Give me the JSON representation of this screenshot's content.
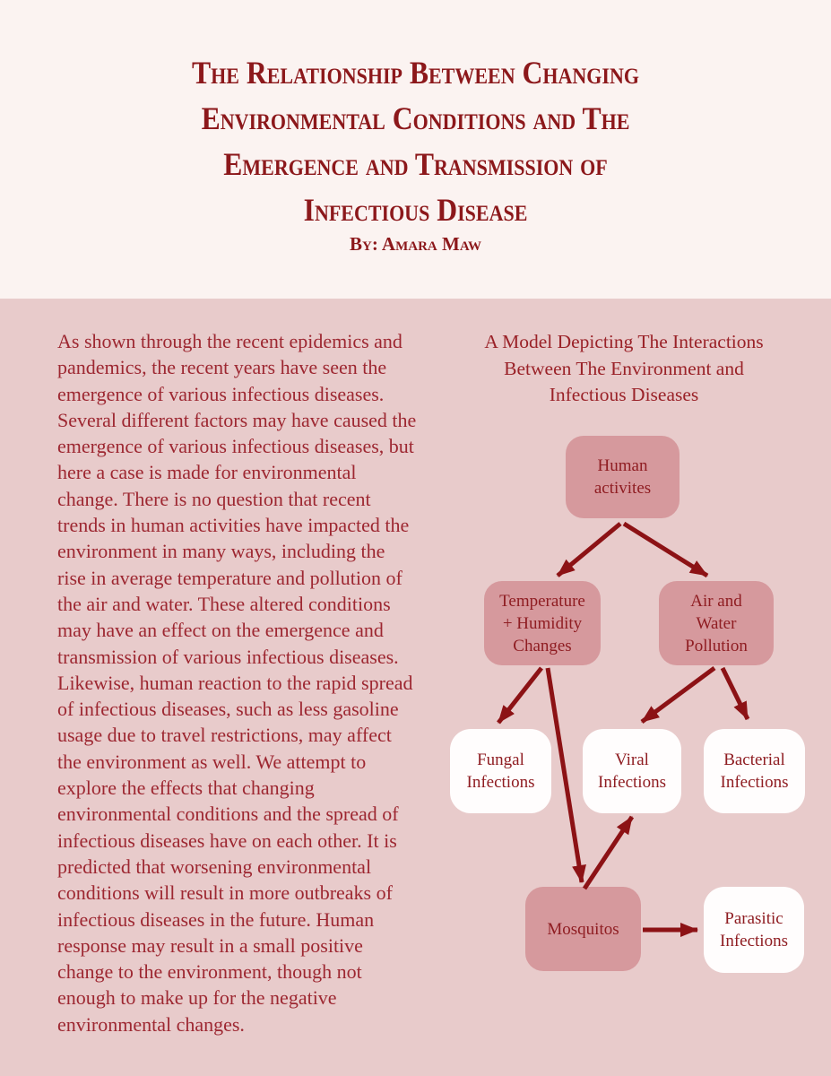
{
  "poster": {
    "title": "The Relationship Between Changing\nEnvironmental Conditions and The\nEmergence and Transmission of\nInfectious Disease",
    "byline": "By: Amara Maw"
  },
  "article": {
    "paragraph": "As shown through the recent epidemics and pandemics, the recent years have seen the emergence of various infectious diseases. Several different factors may have caused the emergence of various infectious diseases, but here a case is made for environmental change. There is no question that recent trends in human activities have impacted the environment in many ways, including the rise in average temperature and pollution of the air and water. These altered conditions may have an effect on the emergence and transmission of various infectious diseases. Likewise, human reaction to the rapid spread of infectious diseases, such as less gasoline usage due to travel restrictions, may affect the environment as well. We attempt to explore the effects that changing environmental conditions and the spread of infectious diseases have on each other. It is predicted that worsening environmental conditions will result in more outbreaks of infectious diseases in the future. Human response may result in a small positive change to the environment, though not enough to make up for the negative environmental changes."
  },
  "diagram": {
    "title": "A Model Depicting The Interactions\nBetween The Environment  and\nInfectious Diseases",
    "nodes": {
      "human_activities": {
        "label": "Human\nactivites",
        "style": "pink"
      },
      "temperature_humidity_changes": {
        "label": "Temperature\n+ Humidity\nChanges",
        "style": "pink"
      },
      "air_water_pollution": {
        "label": "Air and\nWater\nPollution",
        "style": "pink"
      },
      "fungal_infections": {
        "label": "Fungal\nInfections",
        "style": "white"
      },
      "viral_infections": {
        "label": "Viral\nInfections",
        "style": "white"
      },
      "bacterial_infections": {
        "label": "Bacterial\nInfections",
        "style": "white"
      },
      "mosquitos": {
        "label": "Mosquitos",
        "style": "pink"
      },
      "parasitic_infections": {
        "label": "Parasitic\nInfections",
        "style": "white"
      }
    },
    "edges": [
      {
        "from": "human_activities",
        "to": "temperature_humidity_changes"
      },
      {
        "from": "human_activities",
        "to": "air_water_pollution"
      },
      {
        "from": "temperature_humidity_changes",
        "to": "fungal_infections"
      },
      {
        "from": "temperature_humidity_changes",
        "to": "mosquitos"
      },
      {
        "from": "mosquitos",
        "to": "viral_infections"
      },
      {
        "from": "air_water_pollution",
        "to": "viral_infections"
      },
      {
        "from": "air_water_pollution",
        "to": "bacterial_infections"
      },
      {
        "from": "mosquitos",
        "to": "parasitic_infections"
      }
    ]
  },
  "colors": {
    "header_background": "#fbf3f1",
    "main_background": "#e8cbcb",
    "title_red": "#8c181b",
    "body_text_red": "#9d2731",
    "node_pink": "#d6999d",
    "node_white": "#fffdfd",
    "arrow_red": "#8c1215"
  }
}
